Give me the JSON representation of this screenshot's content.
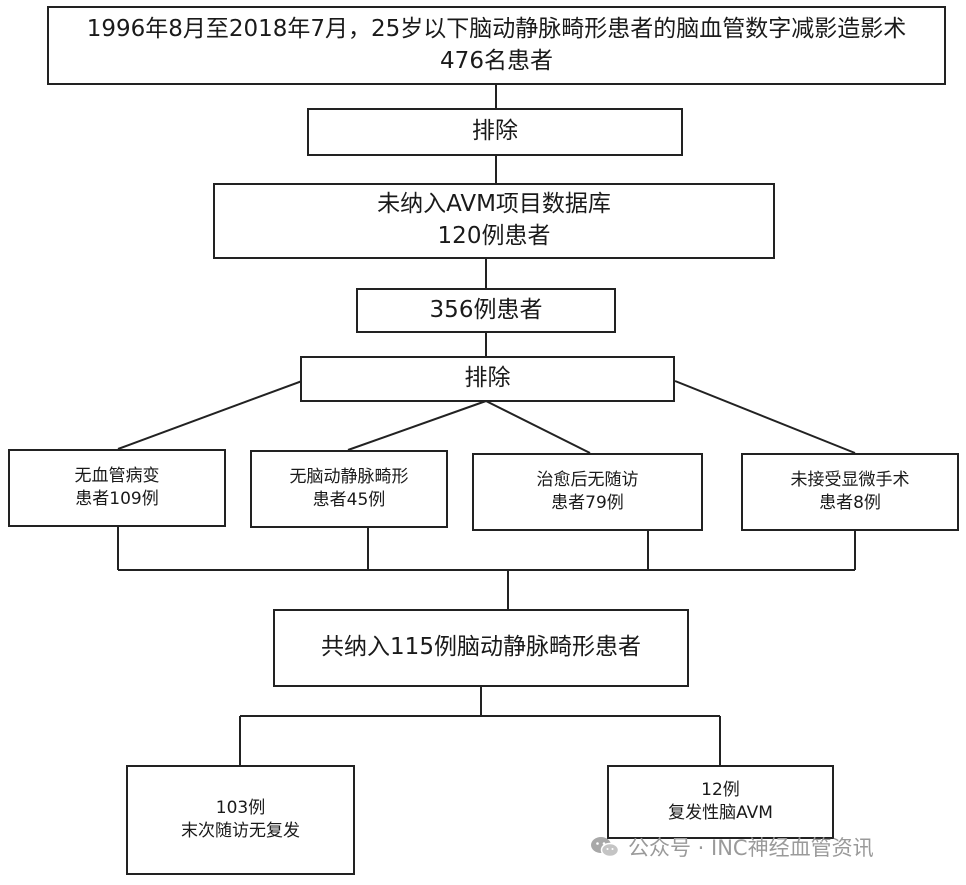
{
  "flowchart": {
    "initial": {
      "line1": "1996年8月至2018年7月，25岁以下脑动静脉畸形患者的脑血管数字减影造影术",
      "line2": "476名患者"
    },
    "exclusion1": {
      "label": "排除"
    },
    "not_in_database": {
      "line1": "未纳入AVM项目数据库",
      "line2": "120例患者"
    },
    "remaining": {
      "label": "356例患者"
    },
    "exclusion2": {
      "label": "排除"
    },
    "exclusion_reasons": [
      {
        "line1": "无血管病变",
        "line2": "患者109例"
      },
      {
        "line1": "无脑动静脉畸形",
        "line2": "患者45例"
      },
      {
        "line1": "治愈后无随访",
        "line2": "患者79例"
      },
      {
        "line1": "未接受显微手术",
        "line2": "患者8例"
      }
    ],
    "included": {
      "label": "共纳入115例脑动静脉畸形患者"
    },
    "outcomes": [
      {
        "line1": "103例",
        "line2": "末次随访无复发"
      },
      {
        "line1": "12例",
        "line2": "复发性脑AVM"
      }
    ]
  },
  "watermark": {
    "icon": "wechat-icon",
    "text": "公众号 · INC神经血管资讯"
  },
  "colors": {
    "stroke": "#222222",
    "watermark": "#9a9a9a"
  }
}
